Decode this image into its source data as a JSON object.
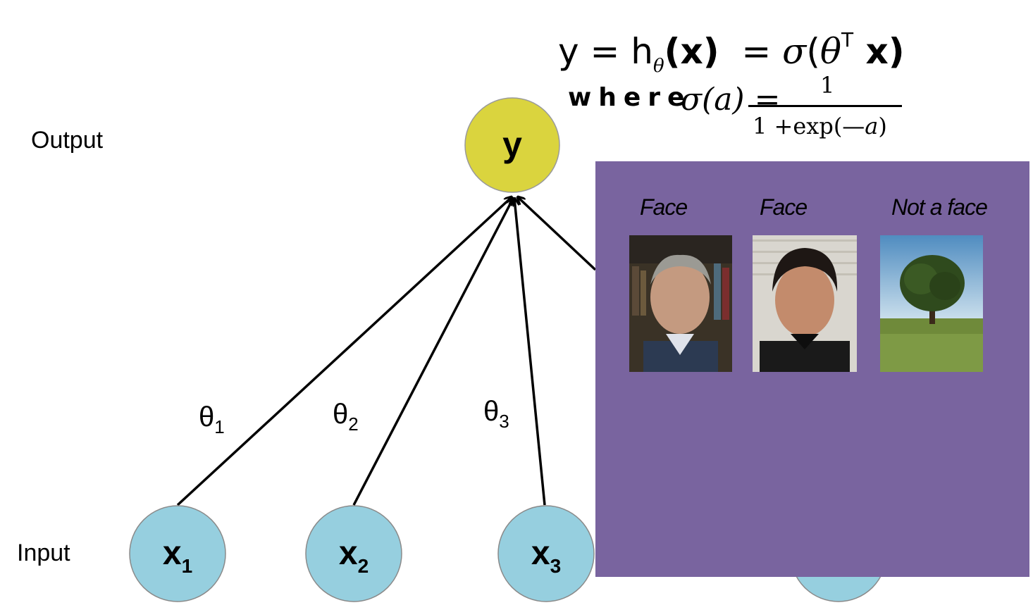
{
  "labels": {
    "output": "Output",
    "input": "Input"
  },
  "nodes": {
    "output": {
      "text": "y",
      "color": "#dad43e"
    },
    "inputs": [
      {
        "var": "x",
        "sub": "1",
        "color": "#96cfdf"
      },
      {
        "var": "x",
        "sub": "2",
        "color": "#96cfdf"
      },
      {
        "var": "x",
        "sub": "3",
        "color": "#96cfdf"
      }
    ]
  },
  "weights": [
    {
      "sym": "θ",
      "sub": "1"
    },
    {
      "sym": "θ",
      "sub": "2"
    },
    {
      "sym": "θ",
      "sub": "3"
    }
  ],
  "formula": {
    "lhs": "y = h",
    "h_sub": "θ",
    "arg": "(x)",
    "eq": "  = ",
    "sigma": "σ",
    "paren_open": "(",
    "theta": "θ",
    "sup": "T",
    "x": " x)",
    "where": "where",
    "sigma_a": "σ(a) =",
    "numerator": "1",
    "denominator_prefix": "1 +exp(—",
    "denominator_var": "a",
    "denominator_suffix": ")"
  },
  "panel": {
    "color": "#79649f",
    "captions": [
      "Face",
      "Face",
      "Not a face"
    ],
    "images": [
      "face-photo-1",
      "face-photo-2",
      "tree-photo"
    ]
  }
}
